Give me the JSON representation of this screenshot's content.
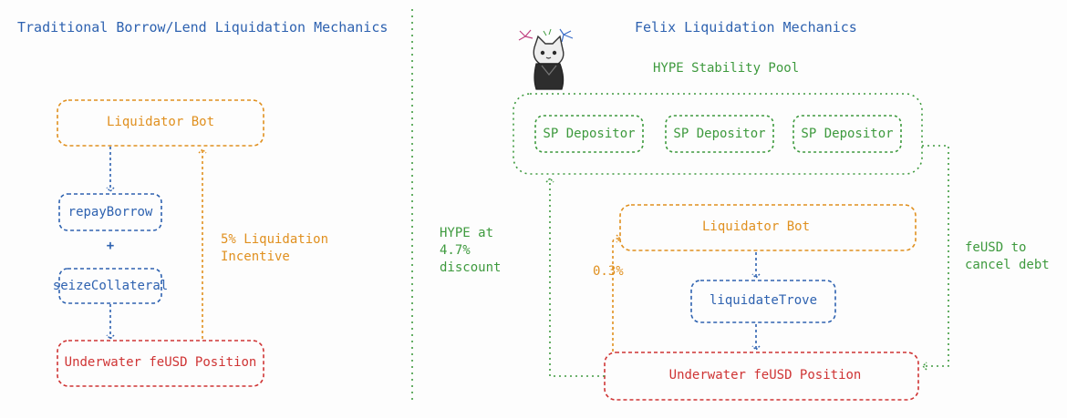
{
  "left": {
    "title": "Traditional Borrow/Lend Liquidation Mechanics",
    "liquidator": "Liquidator Bot",
    "repay": "repayBorrow",
    "plus": "+",
    "seize": "seizeCollateral",
    "position": "Underwater feUSD Position",
    "incentive": "5% Liquidation\nIncentive"
  },
  "right": {
    "title": "Felix Liquidation Mechanics",
    "pool_label": "HYPE Stability Pool",
    "depositors": [
      "SP Depositor",
      "SP Depositor",
      "SP Depositor"
    ],
    "liquidator": "Liquidator Bot",
    "liquidate": "liquidateTrove",
    "position": "Underwater feUSD Position",
    "hype_discount": "HYPE at\n4.7%\ndiscount",
    "fee": "0.3%",
    "feusd": "feUSD to\ncancel debt"
  },
  "colors": {
    "orange": "#e0901f",
    "blue": "#2e62b0",
    "green": "#3e9a3e",
    "red": "#cf3434",
    "divider": "#3e9a3e"
  }
}
